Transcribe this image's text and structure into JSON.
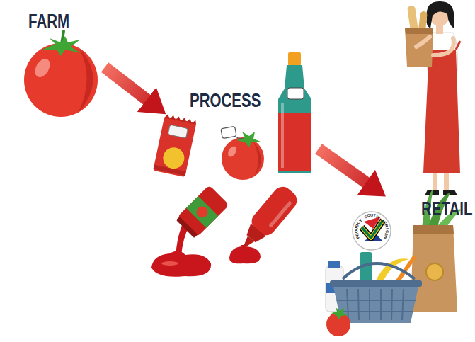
{
  "diagram": {
    "nodes": [
      {
        "text": [
          "FARM"
        ]
      },
      {
        "text": [
          "PROCESS"
        ]
      },
      {
        "text": [
          "RETAIL"
        ]
      }
    ],
    "edges": [
      {
        "from": 0,
        "to": 1,
        "arrow": "to"
      },
      {
        "from": 1,
        "to": 2,
        "arrow": "to"
      }
    ],
    "labels": [
      "PROUDLY SOUTH AFRICAN"
    ]
  }
}
